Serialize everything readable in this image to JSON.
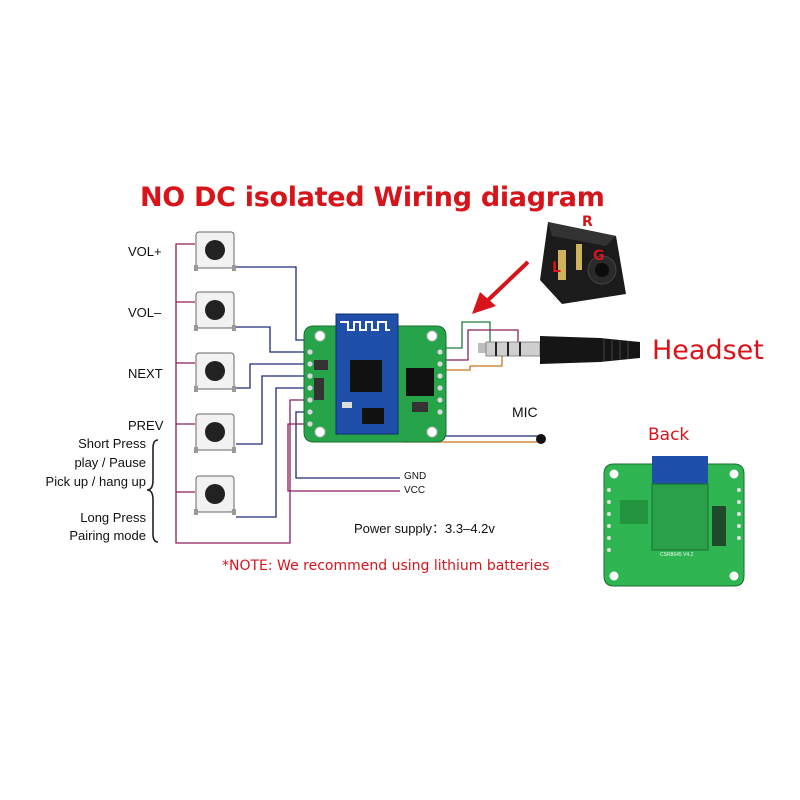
{
  "title": "NO DC isolated Wiring diagram",
  "buttons": [
    {
      "label": "VOL+"
    },
    {
      "label": "VOL–"
    },
    {
      "label": "NEXT"
    },
    {
      "label": "PREV"
    }
  ],
  "function_button": {
    "short_press": [
      "Short Press",
      "play / Pause",
      "Pick up / hang up"
    ],
    "long_press": [
      "Long Press",
      "Pairing mode"
    ]
  },
  "pins": {
    "gnd": "GND",
    "vcc": "VCC"
  },
  "mic_label": "MIC",
  "headset_label": "Headset",
  "jack_letters": {
    "r": "R",
    "g": "G",
    "l": "L"
  },
  "power_supply": "Power supply：3.3–4.2v",
  "back_label": "Back",
  "board_marking": "CSR8645 V4.2",
  "note": "*NOTE: We recommend using lithium batteries",
  "colors": {
    "title_red": "#d8141b",
    "wire_navy": "#1e2a78",
    "wire_magenta": "#8a1f5c",
    "wire_green": "#1e7a3c",
    "wire_orange": "#c8781e",
    "pcb_green": "#27a34a",
    "module_blue": "#1f4fa8"
  }
}
